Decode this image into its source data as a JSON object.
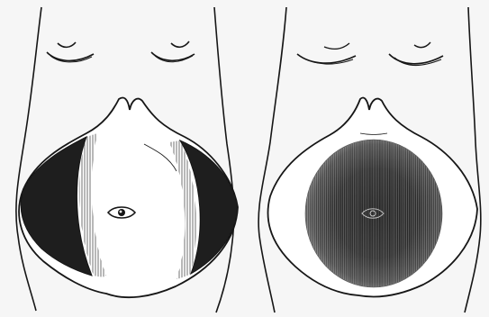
{
  "figure": {
    "panels": [
      {
        "id": "left",
        "shading": "flanks"
      },
      {
        "id": "right",
        "shading": "central"
      }
    ],
    "colors": {
      "background": "#f6f6f6",
      "ink": "#161616",
      "dark_fill": "#202020",
      "mid_fill": "#3a3a3a"
    }
  }
}
